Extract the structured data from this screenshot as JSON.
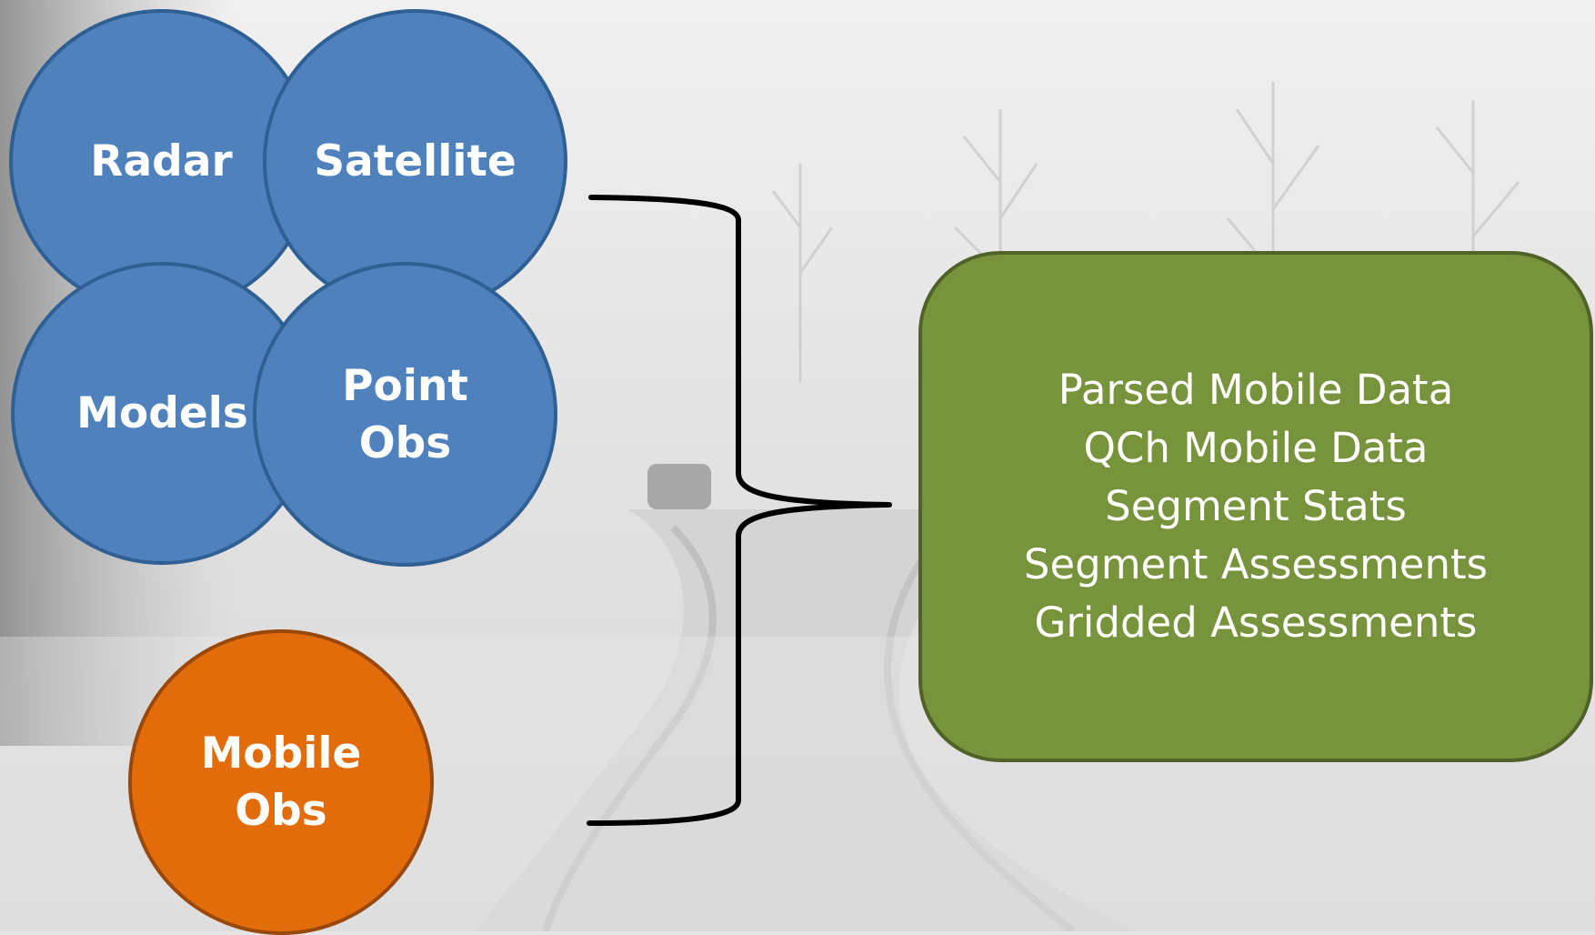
{
  "sources": {
    "radar": "Radar",
    "satellite": "Satellite",
    "models": "Models",
    "point_obs": "Point\nObs",
    "mobile_obs": "Mobile\nObs"
  },
  "outputs": [
    "Parsed Mobile Data",
    "QCh Mobile Data",
    "Segment Stats",
    "Segment Assessments",
    "Gridded Assessments"
  ],
  "colors": {
    "source_circle": "#4f81bd",
    "mobile_circle": "#e36c0a",
    "output_box": "#77933c",
    "brace": "#000000"
  }
}
